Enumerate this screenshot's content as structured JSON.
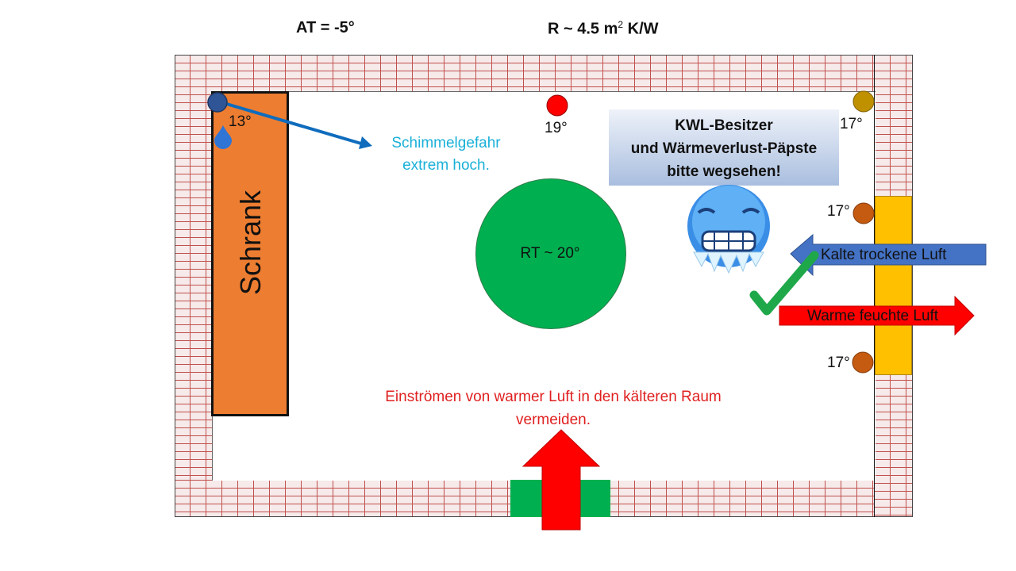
{
  "header": {
    "outside_temp": "AT  = -5°",
    "resistance_prefix": "R ~ 4.5 m",
    "resistance_sup": "2",
    "resistance_suffix": " K/W"
  },
  "room": {
    "wardrobe_label": "Schrank",
    "room_temp": "RT ~ 20°",
    "corner_temp": "13°",
    "top_temp": "19°",
    "right_top_temp": "17°",
    "right_mid_temp": "17°",
    "right_low_temp": "17°"
  },
  "notes": {
    "mold_line1": "Schimmelgefahr",
    "mold_line2": "extrem hoch.",
    "kwl_line1": "KWL-Besitzer",
    "kwl_line2": "und  Wärmeverlust-Päpste",
    "kwl_line3": "bitte wegsehen!",
    "warm_air_line1": "Einströmen von warmer Luft in den kälteren Raum",
    "warm_air_line2": "vermeiden."
  },
  "arrows": {
    "cold_air": "Kalte  trockene Luft",
    "warm_air": "Warme  feuchte Luft"
  },
  "colors": {
    "wardrobe": "#ed7d31",
    "room_circle": "#00b050",
    "door": "#00b050",
    "window": "#ffc000",
    "warm_arrow": "#ff0000",
    "cold_arrow": "#4472c4",
    "mold_text": "#1ab0d8",
    "warning_text": "#e02020",
    "checkmark": "#1fa84a"
  },
  "icons": {
    "water_drop": "drop-icon",
    "cold_face": "freezing-face-emoji",
    "check": "checkmark-icon"
  }
}
